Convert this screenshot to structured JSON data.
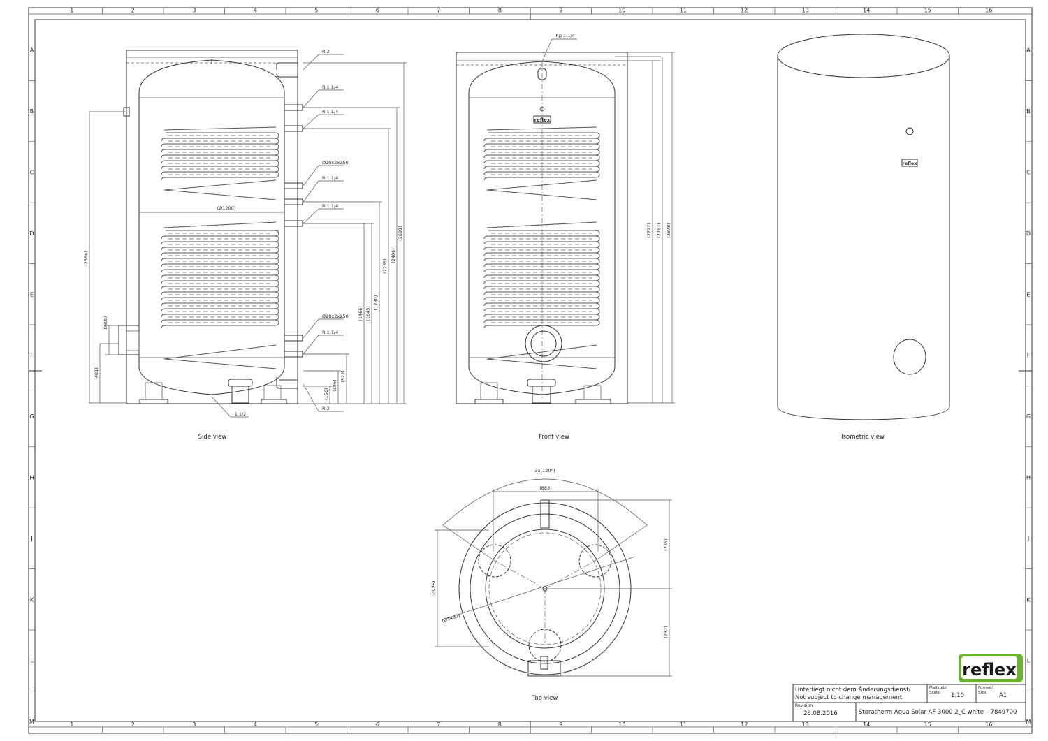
{
  "grid": {
    "columns": [
      "1",
      "2",
      "3",
      "4",
      "5",
      "6",
      "7",
      "8",
      "9",
      "10",
      "11",
      "12",
      "13",
      "14",
      "15",
      "16"
    ],
    "rows": [
      "A",
      "B",
      "C",
      "D",
      "E",
      "F",
      "G",
      "H",
      "J",
      "K",
      "L",
      "M"
    ]
  },
  "views": {
    "side": "Side view",
    "front": "Front view",
    "isometric": "Isometric view",
    "top": "Top view"
  },
  "side_view_labels": {
    "connections": [
      "R 2",
      "R 1 1/4",
      "R 1 1/4",
      "Ø20x2x250",
      "R 1 1/4",
      "R 1 1/4",
      "Ø20x2x250",
      "R 1 1/4",
      "R 2"
    ],
    "bottom_connection": "1 1/2",
    "diameter": "(Ø1200)",
    "flange": "DN180",
    "left_dims": [
      "(2386)",
      "(481)"
    ],
    "right_dims": [
      "(2691)",
      "(2406)",
      "(2235)",
      "(1780)",
      "(1645)",
      "(1466)",
      "(522)",
      "(396)",
      "(156)"
    ]
  },
  "front_view_labels": {
    "top_connection": "Rp 1 1/4",
    "right_dims": [
      "(2727)",
      "(2787)",
      "(2878)"
    ],
    "logo": "reflex"
  },
  "top_view_labels": {
    "angle": "3x(120°)",
    "width": "(883)",
    "upper": "(735)",
    "lower": "(732)",
    "inner_dia": "(Ø926)",
    "outer_dia": "(Ø1400)"
  },
  "brand": {
    "logo": "reflex",
    "color": "#6ab42d"
  },
  "title_block": {
    "note_de": "Unterliegt nicht dem Änderungsdienst/",
    "note_en": "Not subject to change management",
    "scale_label": "Maßstab/ Scale:",
    "scale": "1:10",
    "format_label": "Format/ Size:",
    "format": "A1",
    "revision_label": "Revision",
    "revision_date": "23.08.2016",
    "title": "Storatherm Aqua Solar AF 3000 2_C white – 7849700"
  }
}
